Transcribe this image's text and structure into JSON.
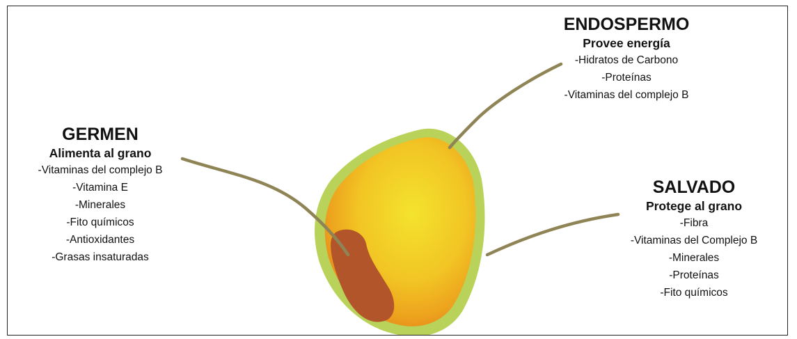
{
  "colors": {
    "hull": "#b9d25a",
    "endosperm_light": "#f2e030",
    "endosperm_mid": "#f0b820",
    "endosperm_edge": "#e08a1a",
    "germ": "#b2552a",
    "connector": "#8f8455",
    "frame": "#222222"
  },
  "germen": {
    "title": "GERMEN",
    "subtitle": "Alimenta al grano",
    "items": [
      "-Vitaminas del complejo B",
      "-Vitamina E",
      "-Minerales",
      "-Fito químicos",
      "-Antioxidantes",
      "-Grasas insaturadas"
    ]
  },
  "endospermo": {
    "title": "ENDOSPERMO",
    "subtitle": "Provee energía",
    "items": [
      "-Hidratos de Carbono",
      "-Proteínas",
      "-Vitaminas del complejo B"
    ]
  },
  "salvado": {
    "title": "SALVADO",
    "subtitle": "Protege al grano",
    "items": [
      "-Fibra",
      "-Vitaminas del Complejo B",
      "-Minerales",
      "-Proteínas",
      "-Fito químicos"
    ]
  }
}
